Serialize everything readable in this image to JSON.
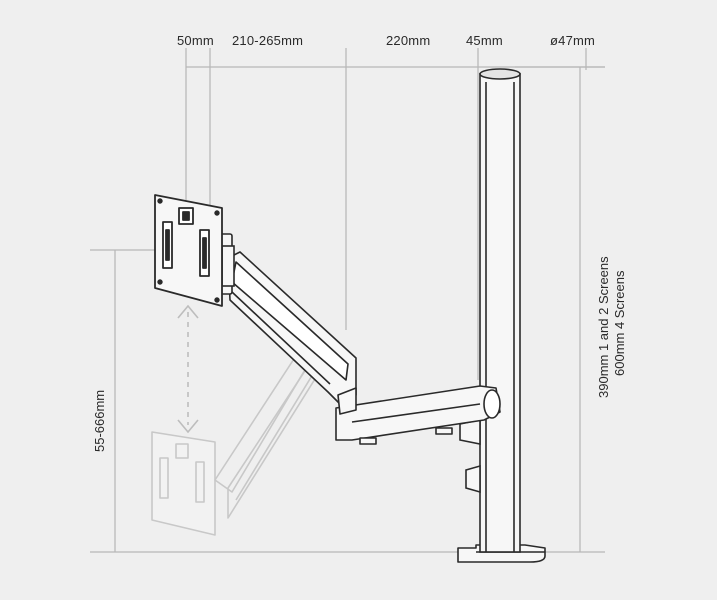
{
  "dimensions": {
    "top": {
      "d1": "50mm",
      "d2": "210-265mm",
      "d3": "220mm",
      "d4": "45mm",
      "d5": "ø47mm"
    },
    "height_range": "55-666mm",
    "pole_height_line1": "390mm 1 and 2 Screens",
    "pole_height_line2": "600mm 4 Screens"
  },
  "colors": {
    "background": "#efefef",
    "line": "#2a2a2a",
    "dim_line": "#b8b8b8",
    "ghost": "#c8c8c8",
    "dash": "#bdbdbd",
    "fill": "#f7f7f7"
  }
}
